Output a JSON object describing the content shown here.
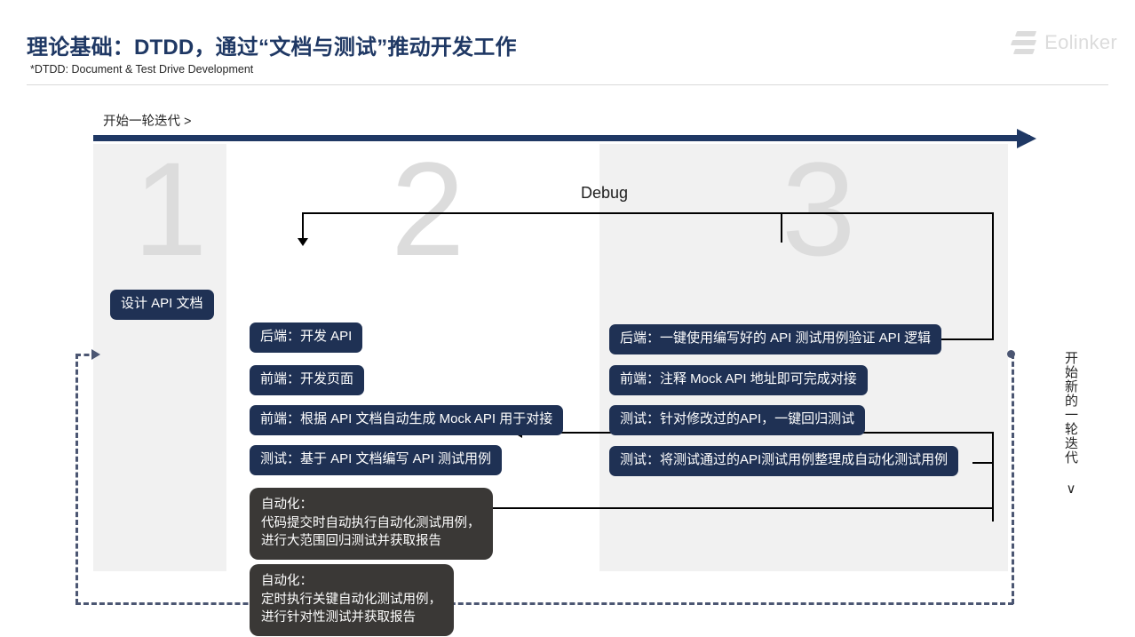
{
  "header": {
    "title": "理论基础：DTDD，通过“文档与测试”推动开发工作",
    "subtitle": "*DTDD: Document & Test Drive Development",
    "logo_text": "Eolinker",
    "logo_icon": "eolinker-logo-icon"
  },
  "diagram": {
    "timeline_label": "开始一轮迭代 >",
    "debug_label": "Debug",
    "restart_label": "开始新的一轮迭代 ∨",
    "stage_numbers": [
      "1",
      "2",
      "3"
    ],
    "stage1": {
      "chips": [
        {
          "text": "设计 API 文档",
          "style": "navy"
        }
      ]
    },
    "stage2": {
      "chips": [
        {
          "text": "后端：开发 API",
          "style": "navy"
        },
        {
          "text": "前端：开发页面",
          "style": "navy"
        },
        {
          "text": "前端：根据 API 文档自动生成 Mock API 用于对接",
          "style": "navy"
        },
        {
          "text": "测试：基于 API 文档编写 API 测试用例",
          "style": "navy"
        },
        {
          "text": "自动化：\n代码提交时自动执行自动化测试用例，\n进行大范围回归测试并获取报告",
          "style": "gray"
        },
        {
          "text": "自动化：\n定时执行关键自动化测试用例，\n进行针对性测试并获取报告",
          "style": "gray"
        }
      ]
    },
    "stage3": {
      "chips": [
        {
          "text": "后端：一键使用编写好的 API 测试用例验证 API 逻辑",
          "style": "navy"
        },
        {
          "text": "前端：注释 Mock API 地址即可完成对接",
          "style": "navy"
        },
        {
          "text": "测试：针对修改过的API，一键回归测试",
          "style": "navy"
        },
        {
          "text": "测试：将测试通过的API测试用例整理成自动化测试用例",
          "style": "navy"
        }
      ]
    }
  },
  "colors": {
    "accent_navy": "#1f3864",
    "chip_navy": "#1f3154",
    "chip_gray": "#3a3836",
    "band_gray": "#f1f1f1",
    "watermark_gray": "#dcdcdc",
    "dashed_blue": "#4b5672"
  }
}
